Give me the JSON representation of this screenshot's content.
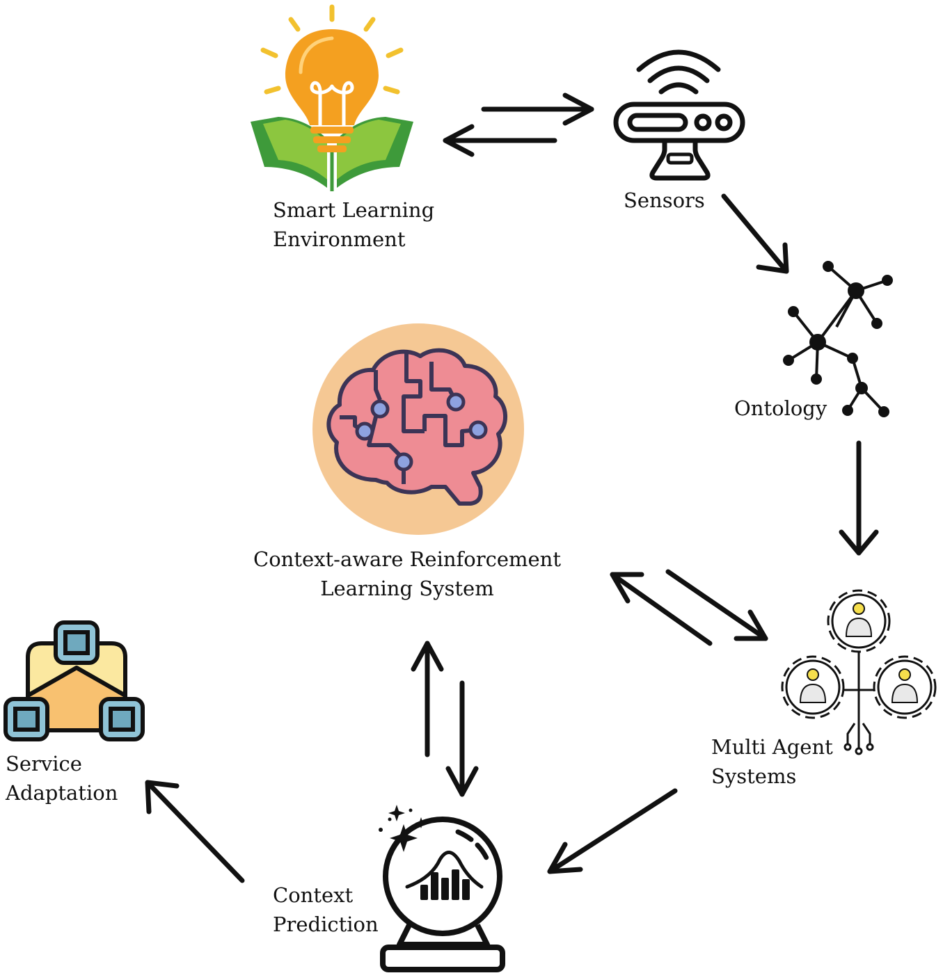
{
  "nodes": {
    "smart_learning": {
      "line1": "Smart Learning",
      "line2": "Environment",
      "icon": "lightbulb-book-icon"
    },
    "sensors": {
      "line1": "Sensors",
      "icon": "wireless-sensor-icon"
    },
    "ontology": {
      "line1": "Ontology",
      "icon": "network-graph-icon"
    },
    "multi_agent": {
      "line1": "Multi Agent",
      "line2": "Systems",
      "icon": "agents-gears-icon"
    },
    "core": {
      "line1": "Context-aware Reinforcement",
      "line2": "Learning System",
      "icon": "brain-circuit-icon"
    },
    "prediction": {
      "line1": "Context",
      "line2": "Prediction",
      "icon": "crystal-ball-chart-icon"
    },
    "service": {
      "line1": "Service",
      "line2": "Adaptation",
      "icon": "connected-blocks-icon"
    }
  },
  "colors": {
    "arrow": "#111111",
    "bulb": "#F4A020",
    "book": "#3E9A3A",
    "book_light": "#8CC63F",
    "ray": "#F2C12E",
    "brain": "#EE8C94",
    "brain_bg": "#F5C894",
    "brain_node": "#8EA2E0",
    "block_fill": "#FBE8A0",
    "block_tri": "#F8C170",
    "block_node": "#8FC3D6",
    "agent_head": "#F6DF4C",
    "agent_body": "#E9E9E9"
  }
}
